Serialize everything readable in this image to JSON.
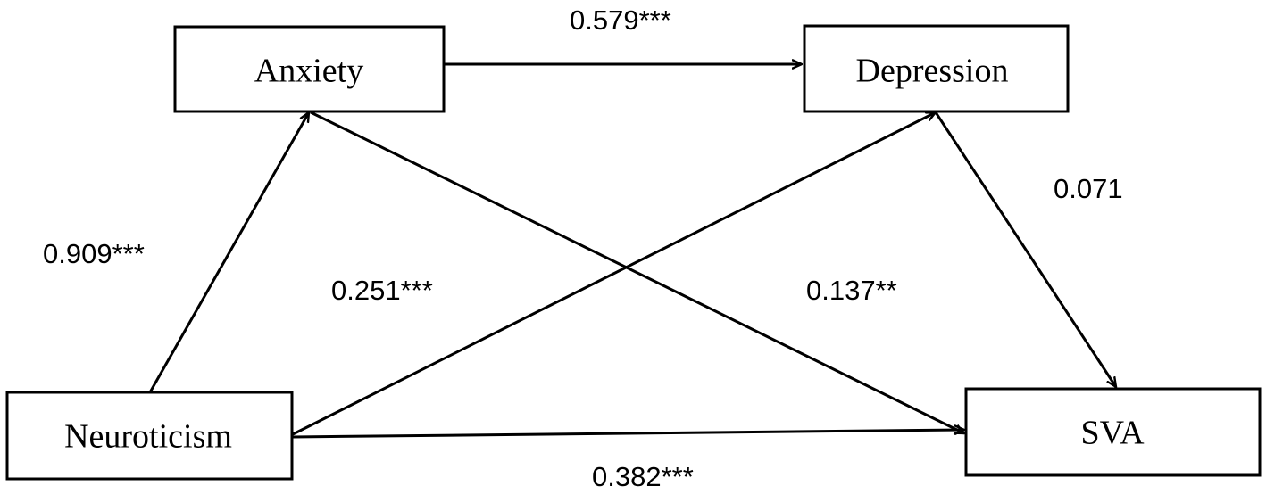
{
  "nodes": {
    "anxiety": "Anxiety",
    "depression": "Depression",
    "neuroticism": "Neuroticism",
    "sva": "SVA"
  },
  "paths": {
    "anxiety_to_depression": "0.579***",
    "neuroticism_to_anxiety": "0.909***",
    "neuroticism_to_depression": "0.251***",
    "anxiety_to_sva": "0.137**",
    "depression_to_sva": "0.071",
    "neuroticism_to_sva": "0.382***"
  },
  "colors": {
    "stroke": "#000000",
    "background": "#ffffff"
  }
}
